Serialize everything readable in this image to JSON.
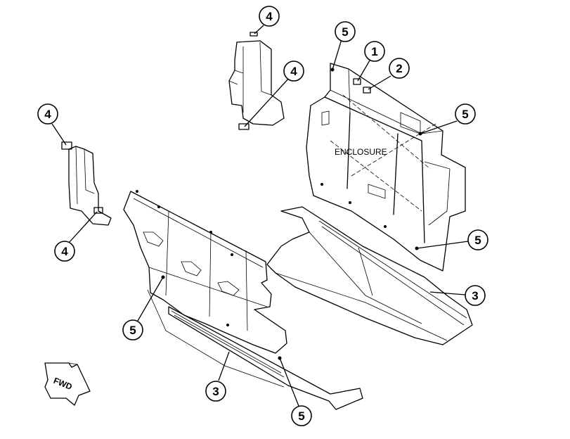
{
  "diagram": {
    "area_label": "ENCLOSURE",
    "direction_label": "FWD",
    "callouts": [
      {
        "id": "c1",
        "label": "4"
      },
      {
        "id": "c2",
        "label": "4"
      },
      {
        "id": "c3",
        "label": "5"
      },
      {
        "id": "c4",
        "label": "1"
      },
      {
        "id": "c5",
        "label": "2"
      },
      {
        "id": "c6",
        "label": "4"
      },
      {
        "id": "c7",
        "label": "5"
      },
      {
        "id": "c8",
        "label": "4"
      },
      {
        "id": "c9",
        "label": "5"
      },
      {
        "id": "c10",
        "label": "3"
      },
      {
        "id": "c11",
        "label": "5"
      },
      {
        "id": "c12",
        "label": "3"
      },
      {
        "id": "c13",
        "label": "5"
      }
    ]
  }
}
